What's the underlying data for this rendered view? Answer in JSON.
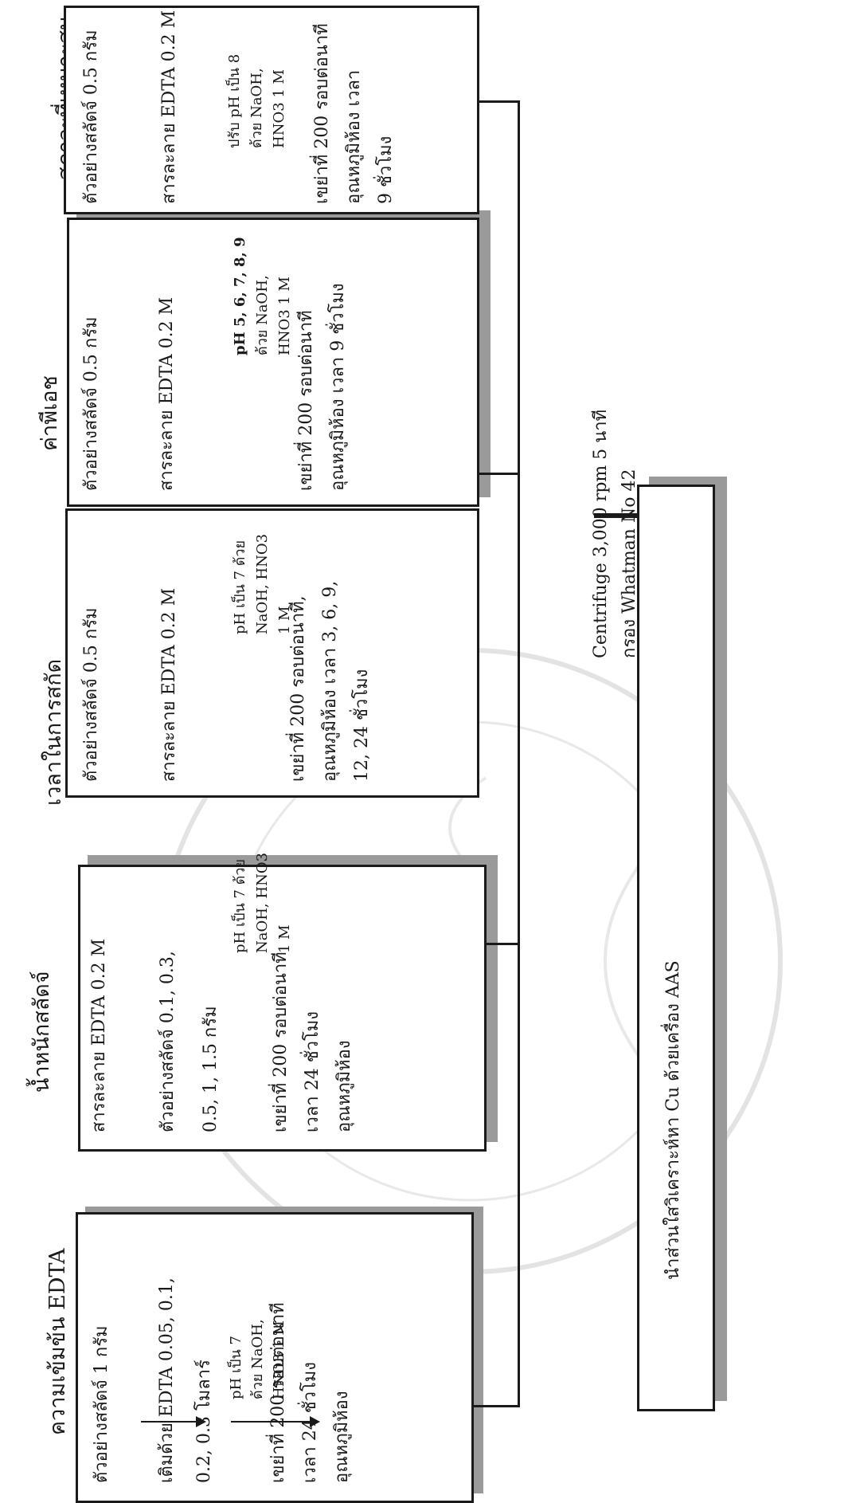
{
  "columns": [
    {
      "title": "ความเข้มข้น EDTA",
      "lines": [
        "ตัวอย่างสลัดจ์ 1 กรัม",
        "เติมด้วย EDTA 0.05, 0.1,",
        "0.2, 0.3 โมลาร์",
        "เขย่าที่ 200 รอบต่อนาที",
        "เวลา 24 ชั่วโมง",
        "อุณหภูมิห้อง"
      ],
      "cond": [
        "pH เป็น 7",
        "ด้วย NaOH,",
        "HNO3 1 M"
      ]
    },
    {
      "title": "น้ำหนักสลัดจ์",
      "lines": [
        "สารละลาย EDTA 0.2 M",
        "ตัวอย่างสลัดจ์ 0.1, 0.3,",
        "0.5, 1, 1.5 กรัม",
        "เขย่าที่ 200 รอบต่อนาที",
        "เวลา 24 ชั่วโมง",
        "อุณหภูมิห้อง"
      ],
      "cond": [
        "pH เป็น 7 ด้วย",
        "NaOH, HNO3",
        "1 M"
      ]
    },
    {
      "title": "เวลาในการสกัด",
      "lines": [
        "ตัวอย่างสลัดจ์ 0.5 กรัม",
        "สารละลาย EDTA 0.2 M",
        "เขย่าที่ 200 รอบต่อนาที,",
        "อุณหภูมิห้อง เวลา 3, 6, 9,",
        "12, 24 ชั่วโมง"
      ],
      "cond": [
        "pH เป็น 7 ด้วย",
        "NaOH, HNO3",
        "1 M"
      ]
    },
    {
      "title": "ค่าพีเอช",
      "lines": [
        "ตัวอย่างสลัดจ์ 0.5 กรัม",
        "สารละลาย EDTA 0.2 M",
        "เขย่าที่ 200 รอบต่อนาที",
        "อุณหภูมิห้อง เวลา 9 ชั่วโมง"
      ],
      "cond": [
        "pH 5, 6, 7, 8, 9",
        "ด้วย NaOH,",
        "HNO3 1 M"
      ]
    },
    {
      "title": "สภาวะที่เหมาะสม",
      "lines": [
        "ตัวอย่างสลัดจ์ 0.5 กรัม",
        "สารละลาย EDTA 0.2 M",
        "เขย่าที่ 200 รอบต่อนาที",
        "อุณหภูมิห้อง เวลา",
        "9 ชั่วโมง"
      ],
      "cond": [
        "ปรับ pH เป็น 8",
        "ด้วย NaOH,",
        "HNO3 1 M"
      ]
    }
  ],
  "process": {
    "step1": "Centrifuge 3,000 rpm 5 นาที",
    "step2": "กรอง Whatman No 42"
  },
  "final": "นำส่วนใสวิเคราะห์หา Cu ด้วยเครื่อง AAS",
  "colors": {
    "line": "#1a1a1a",
    "shadow": "#9a9a9a"
  }
}
